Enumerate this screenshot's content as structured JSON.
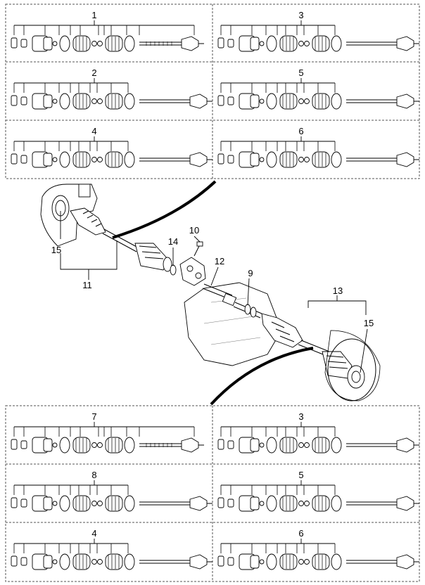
{
  "panels_top": [
    {
      "label": "1",
      "variant": "long"
    },
    {
      "label": "3",
      "variant": "short"
    },
    {
      "label": "2",
      "variant": "short"
    },
    {
      "label": "5",
      "variant": "short"
    },
    {
      "label": "4",
      "variant": "short"
    },
    {
      "label": "6",
      "variant": "short"
    }
  ],
  "panels_bottom": [
    {
      "label": "7",
      "variant": "long"
    },
    {
      "label": "3",
      "variant": "short"
    },
    {
      "label": "8",
      "variant": "short"
    },
    {
      "label": "5",
      "variant": "short"
    },
    {
      "label": "4",
      "variant": "short"
    },
    {
      "label": "6",
      "variant": "short"
    }
  ],
  "callouts": {
    "c15_left": "15",
    "c11": "11",
    "c14": "14",
    "c10": "10",
    "c12": "12",
    "c9": "9",
    "c13": "13",
    "c15_right": "15"
  }
}
